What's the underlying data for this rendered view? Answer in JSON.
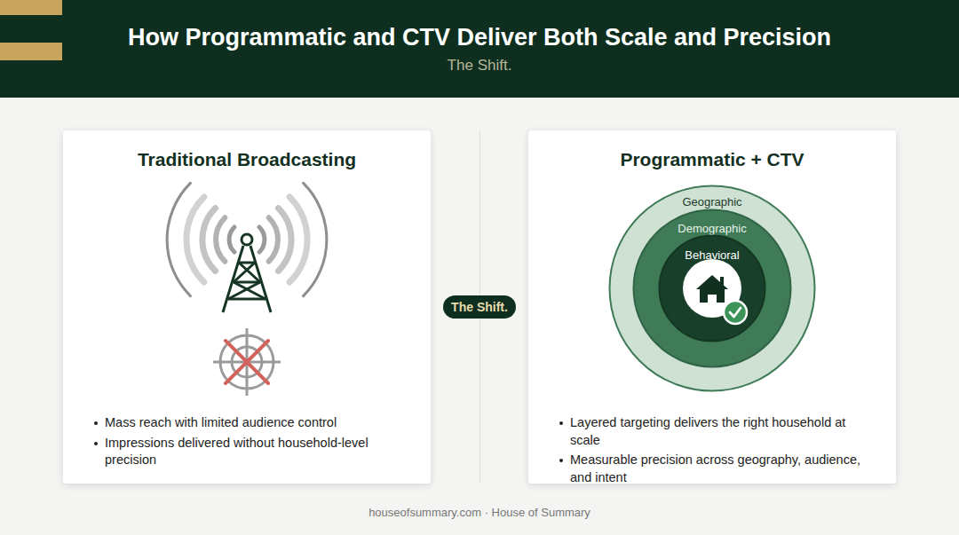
{
  "diagram": {
    "title": "How Programmatic and CTV Deliver Both Scale and Precision",
    "caption": "houseofsummary.com · House of Summary",
    "nodes": [
      {
        "text": [
          "Traditional Broadcasting",
          "Mass reach with limited audience control",
          "Impressions delivered without household-level precision"
        ]
      },
      {
        "text": [
          "The Shift."
        ]
      },
      {
        "text": [
          "Programmatic + CTV",
          "Layered targeting delivers the right household at scale",
          "Measurable precision across geography, audience, and intent"
        ]
      },
      {
        "text": [
          "Geographic"
        ],
        "in": 2
      },
      {
        "text": [
          "Demographic"
        ],
        "in": 3
      },
      {
        "text": [
          "Behavioral"
        ],
        "in": 4
      }
    ],
    "labels": [
      "The Shift."
    ]
  }
}
